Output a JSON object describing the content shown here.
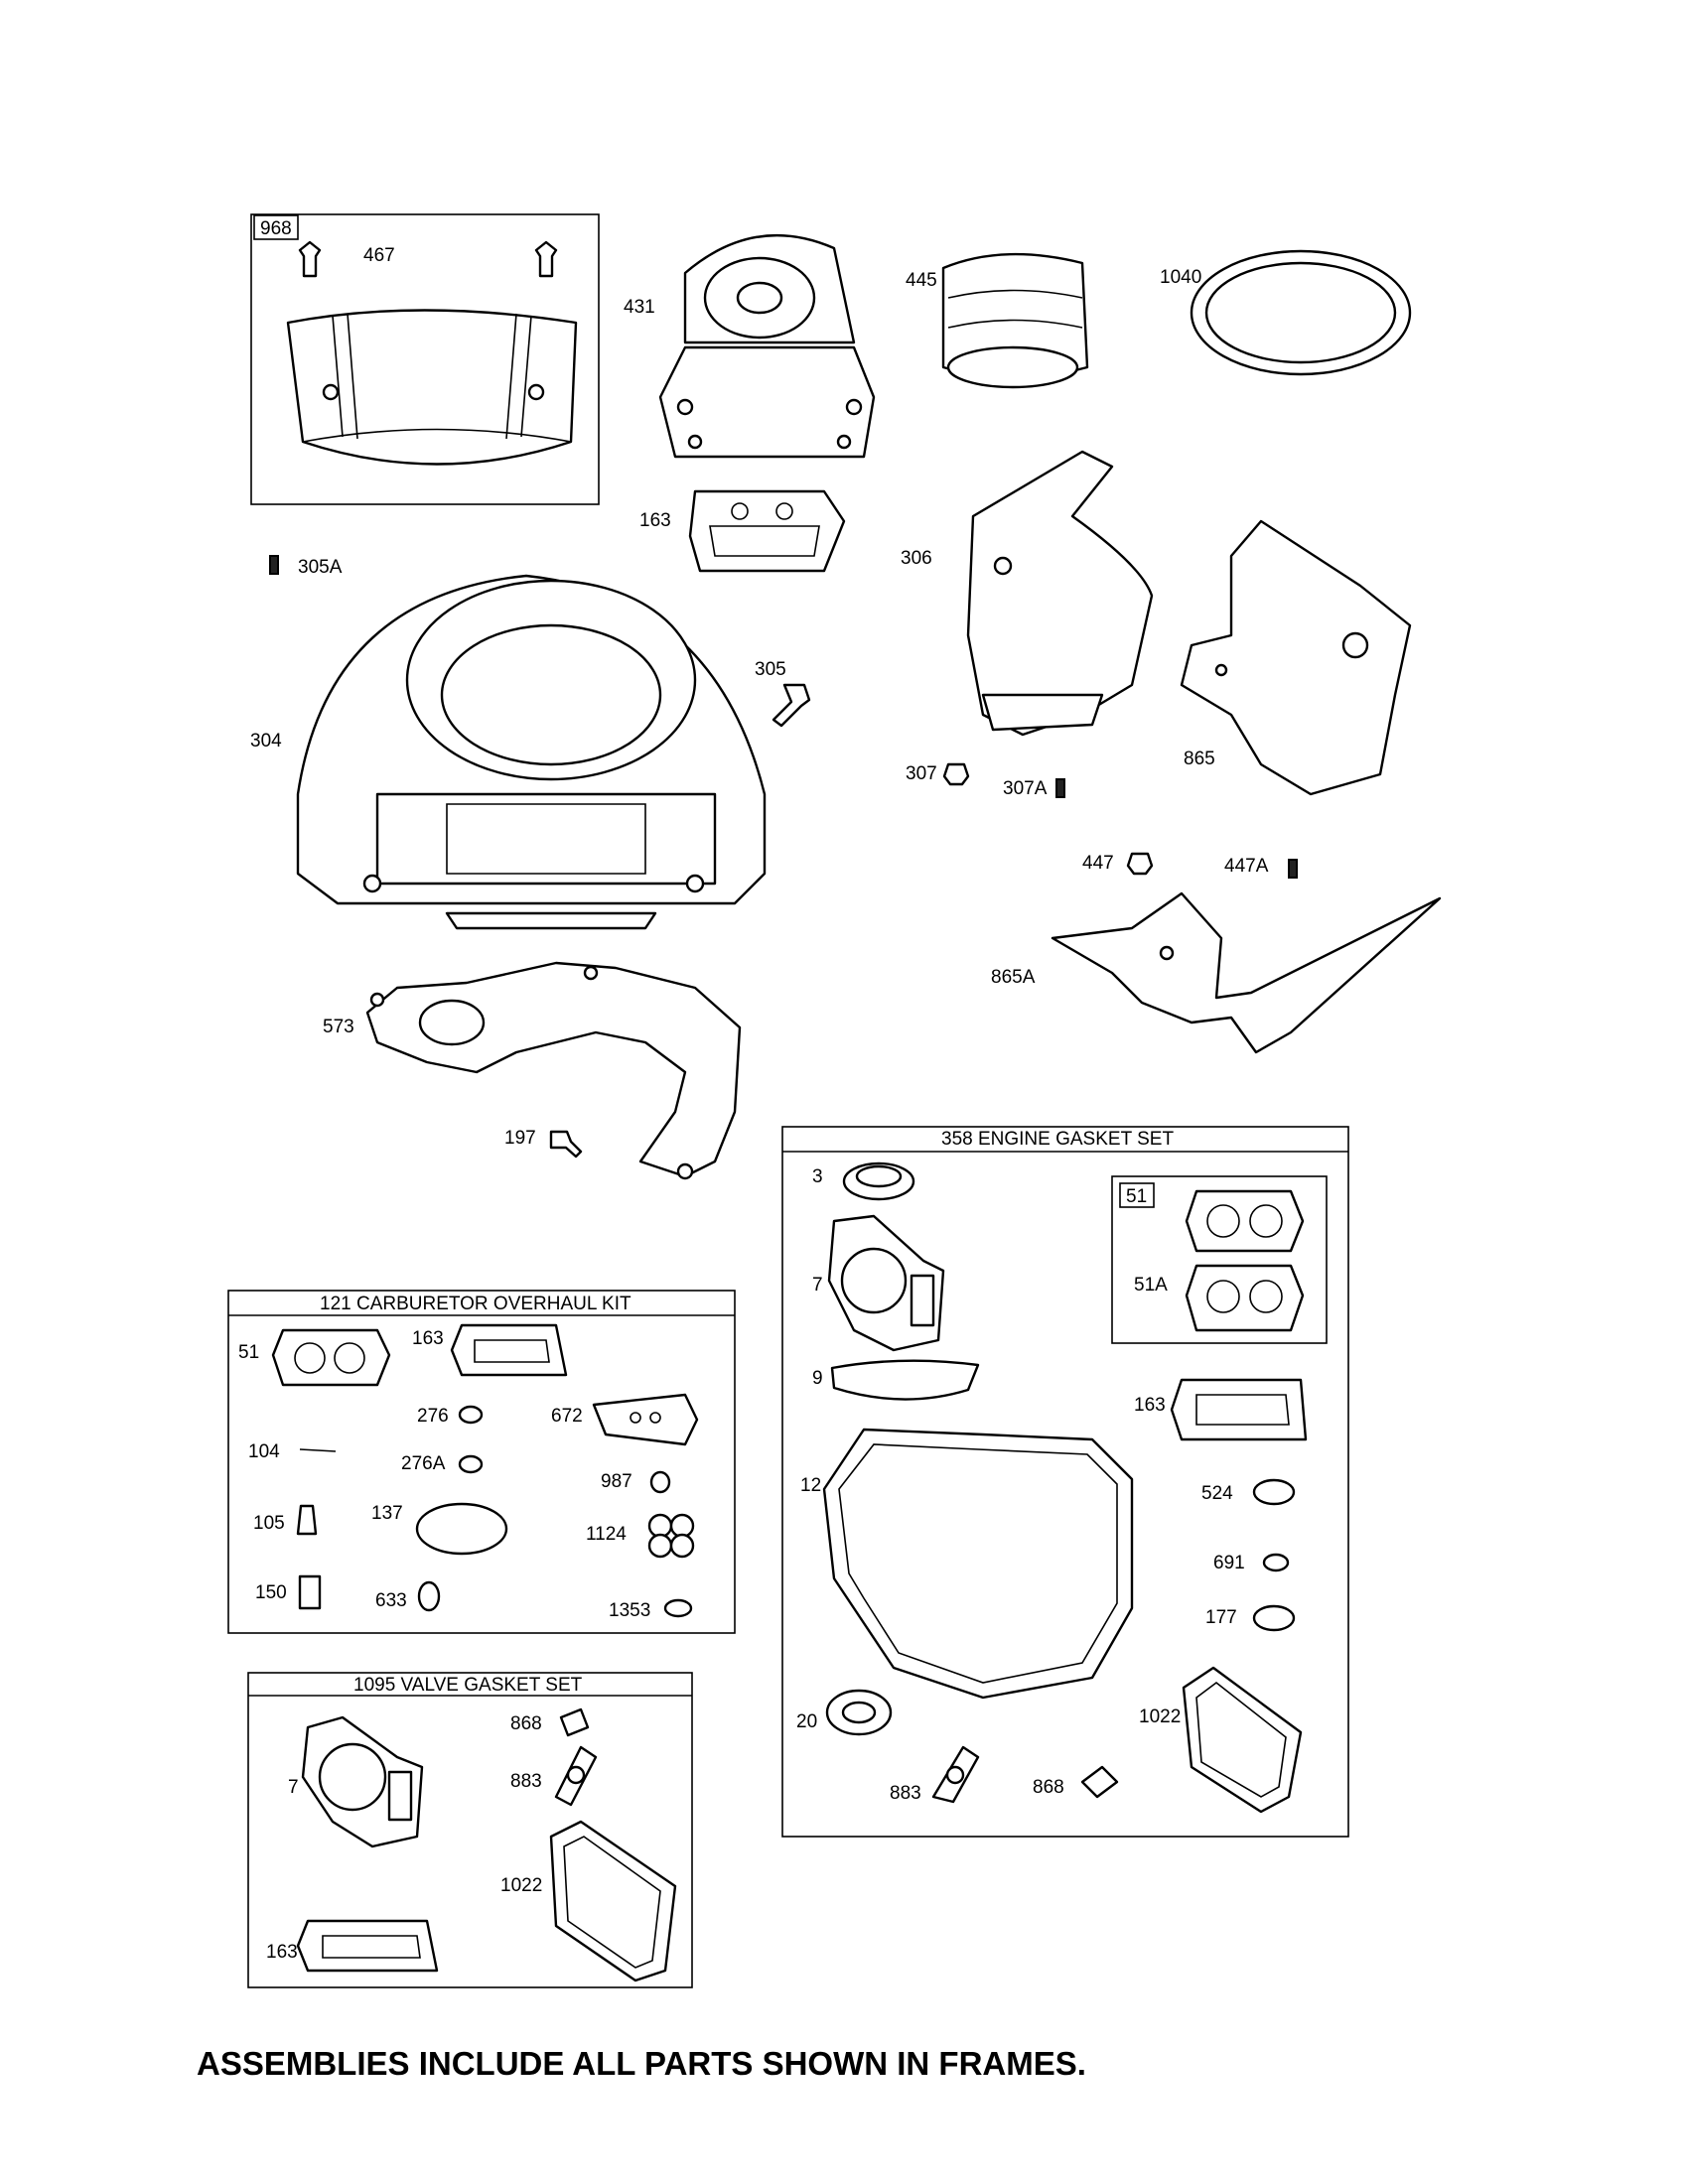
{
  "callouts": {
    "c968": "968",
    "c467": "467",
    "c431": "431",
    "c445": "445",
    "c1040": "1040",
    "c163_top": "163",
    "c305A": "305A",
    "c306": "306",
    "c304": "304",
    "c305": "305",
    "c307": "307",
    "c307A": "307A",
    "c865": "865",
    "c447": "447",
    "c447A": "447A",
    "c865A": "865A",
    "c573": "573",
    "c197": "197"
  },
  "engine_gasket_set": {
    "title": "358 ENGINE GASKET SET",
    "labels": {
      "c3": "3",
      "c7": "7",
      "c51": "51",
      "c51A": "51A",
      "c9": "9",
      "c163": "163",
      "c12": "12",
      "c524": "524",
      "c691": "691",
      "c177": "177",
      "c20": "20",
      "c1022": "1022",
      "c883": "883",
      "c868": "868"
    }
  },
  "carburetor_kit": {
    "title": "121 CARBURETOR OVERHAUL KIT",
    "labels": {
      "c51": "51",
      "c163": "163",
      "c276": "276",
      "c672": "672",
      "c104": "104",
      "c276A": "276A",
      "c987": "987",
      "c105": "105",
      "c137": "137",
      "c1124": "1124",
      "c150": "150",
      "c633": "633",
      "c1353": "1353"
    }
  },
  "valve_gasket_set": {
    "title": "1095 VALVE GASKET SET",
    "labels": {
      "c868": "868",
      "c7": "7",
      "c883": "883",
      "c1022": "1022",
      "c163": "163"
    }
  },
  "footer": "ASSEMBLIES INCLUDE ALL PARTS SHOWN IN FRAMES."
}
